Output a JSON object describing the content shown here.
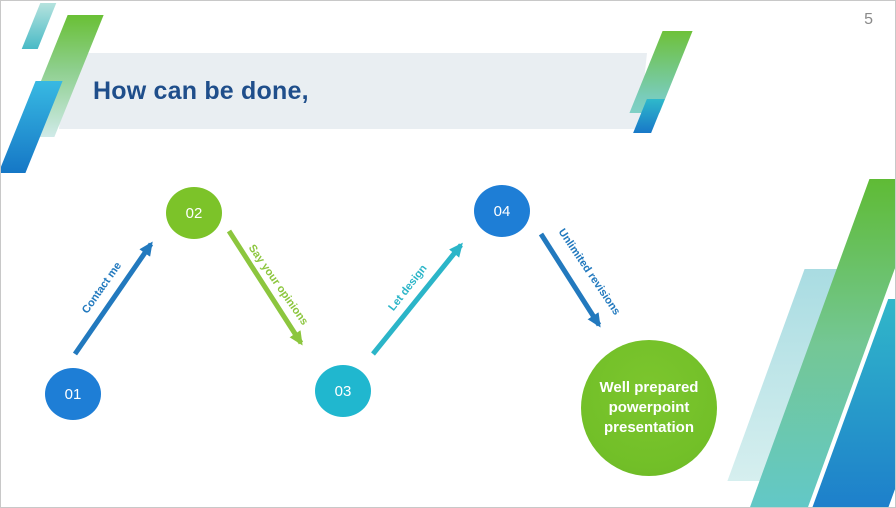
{
  "slide": {
    "page_number": "5",
    "title": "How can be done,"
  },
  "process": {
    "steps": [
      {
        "id": "01"
      },
      {
        "id": "02"
      },
      {
        "id": "03"
      },
      {
        "id": "04"
      }
    ],
    "arrows": [
      {
        "label": "Contact me"
      },
      {
        "label": "Say your opinions"
      },
      {
        "label": "Let design"
      },
      {
        "label": "Unlimited revisions"
      }
    ],
    "result_label": "Well prepared powerpoint presentation"
  },
  "colors": {
    "step_blue": "#1e7ed6",
    "step_green": "#7cc329",
    "step_teal": "#20b7cf",
    "result_green": "#76c32a",
    "arrow_blue": "#2279be",
    "arrow_green": "#8cc63e",
    "arrow_teal": "#2bb5c8",
    "title_text": "#1f4e8b",
    "banner_bg": "#e9eef2",
    "page_number_gray": "#8a8a8a"
  }
}
